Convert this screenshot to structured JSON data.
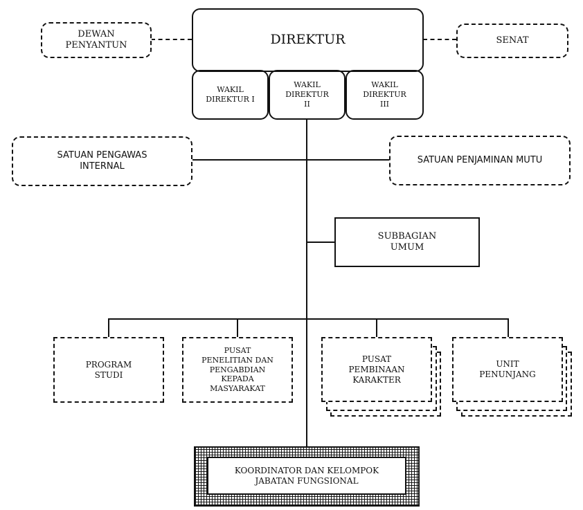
{
  "direktur": "DIREKTUR",
  "wakil": [
    "WAKIL\nDIREKTUR I",
    "WAKIL\nDIREKTUR\nII",
    "WAKIL\nDIREKTUR\nIII"
  ],
  "dewan_penyantun": "DEWAN\nPENYANTUN",
  "senat": "SENAT",
  "spi": "SATUAN PENGAWAS\nINTERNAL",
  "spm": "SATUAN PENJAMINAN MUTU",
  "subbagian": "SUBBAGIAN\nUMUM",
  "program_studi": "PROGRAM\nSTUDI",
  "p3m": "PUSAT\nPENELITIAN DAN\nPENGABDIAN\nKEPADA\nMASYARAKAT",
  "pusat_pembinaan": "PUSAT\nPEMBINAAN\nKARAKTER",
  "unit_penunjang": "UNIT\nPENUNJANG",
  "koordinator": "KOORDINATOR DAN KELOMPOK\nJABATAN FUNGSIONAL"
}
